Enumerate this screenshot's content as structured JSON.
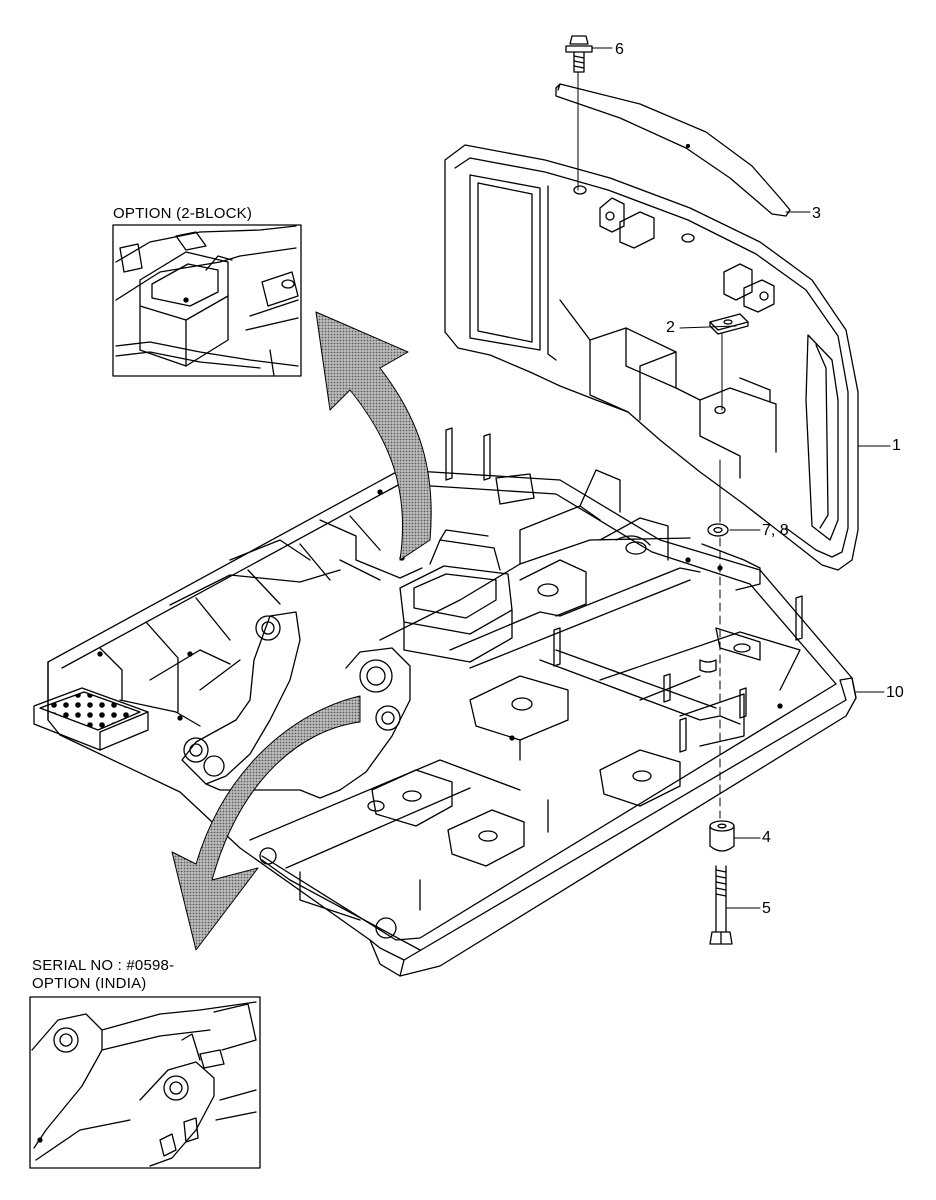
{
  "insets": {
    "option_2block": "OPTION (2-BLOCK)",
    "serial_no": "SERIAL NO : #0598-",
    "option_india": "OPTION (INDIA)"
  },
  "part_labels": {
    "p1": "1",
    "p2": "2",
    "p3": "3",
    "p4": "4",
    "p5": "5",
    "p6": "6",
    "p7_8": "7, 8",
    "p10": "10"
  },
  "colors": {
    "line": "#000000",
    "arrow_fill": "#9a9a9a",
    "background": "#ffffff"
  }
}
